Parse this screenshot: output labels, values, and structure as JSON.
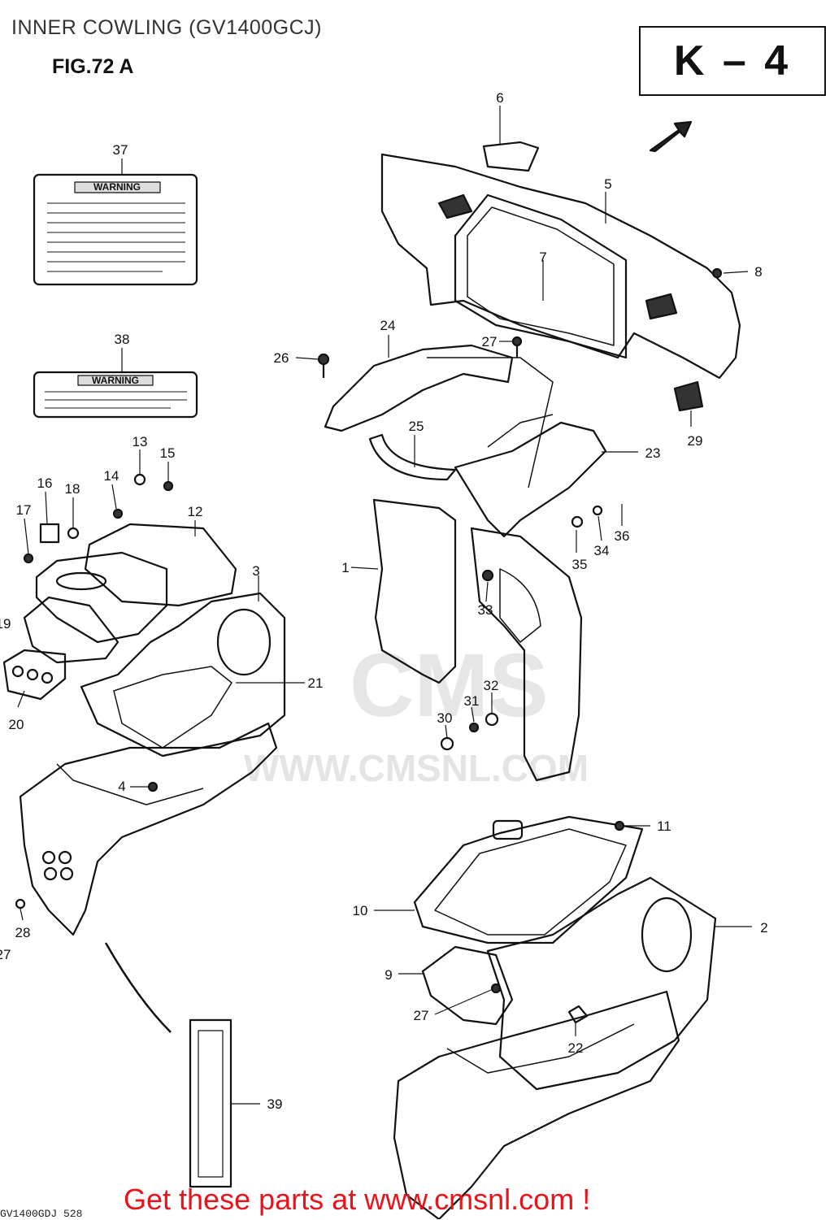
{
  "header": {
    "title": "INNER COWLING (GV1400GCJ)"
  },
  "figure": {
    "label": "FIG.72 A",
    "section_code": "K – 4"
  },
  "labels": {
    "warning_large": "WARNING",
    "warning_small": "WARNING"
  },
  "watermark": {
    "brand": "CMS",
    "url": "WWW.CMSNL.COM"
  },
  "callouts": {
    "p1": "1",
    "p2": "2",
    "p3": "3",
    "p4": "4",
    "p5": "5",
    "p6": "6",
    "p7": "7",
    "p8": "8",
    "p9": "9",
    "p10": "10",
    "p11": "11",
    "p12": "12",
    "p13": "13",
    "p14": "14",
    "p15": "15",
    "p16": "16",
    "p17": "17",
    "p18": "18",
    "p19": "19",
    "p20": "20",
    "p21": "21",
    "p22": "22",
    "p23": "23",
    "p24": "24",
    "p25": "25",
    "p26": "26",
    "p27": "27",
    "p28": "28",
    "p29": "29",
    "p30": "30",
    "p31": "31",
    "p32": "32",
    "p33": "33",
    "p34": "34",
    "p35": "35",
    "p36": "36",
    "p37": "37",
    "p38": "38",
    "p39": "39"
  },
  "footer": {
    "link_text": "Get these parts at www.cmsnl.com !",
    "drawing_code": "GV1400GDJ 528"
  },
  "colors": {
    "link": "#e8141b",
    "ink": "#111111",
    "watermark": "#e4e4e4"
  }
}
